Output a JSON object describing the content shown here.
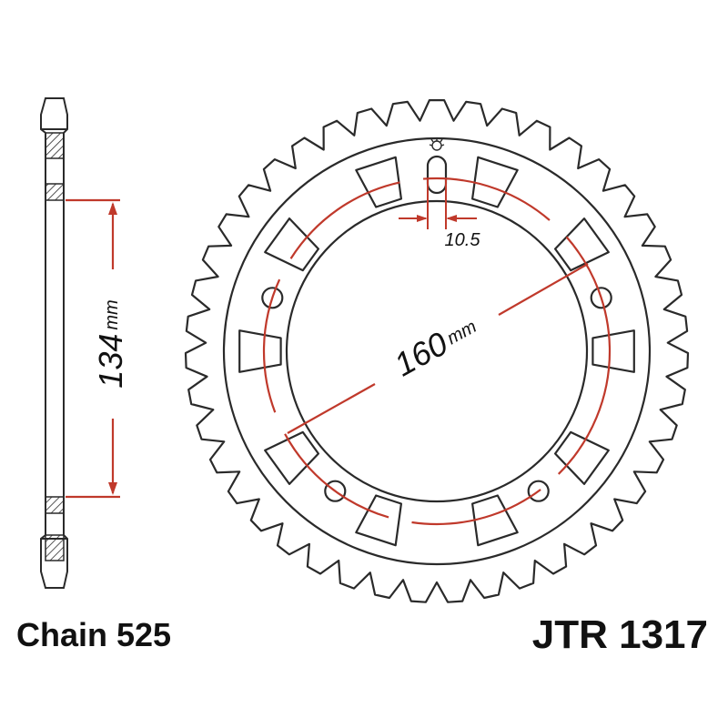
{
  "chain_label": "Chain 525",
  "part_number": "JTR 1317",
  "dimensions": {
    "hub_diameter": {
      "value": "134",
      "unit": "mm"
    },
    "bolt_circle": {
      "value": "160",
      "unit": "mm"
    },
    "bolt_hole": {
      "value": "10.5"
    }
  },
  "sprocket": {
    "teeth": 43,
    "bolt_holes": 5,
    "lightening_holes": 10
  },
  "colors": {
    "outline": "#2a2a2a",
    "dimension": "#c0392b",
    "hatch": "#2a2a2a",
    "text": "#111111"
  },
  "icons": {
    "timing_mark": "gear-mark-icon"
  }
}
